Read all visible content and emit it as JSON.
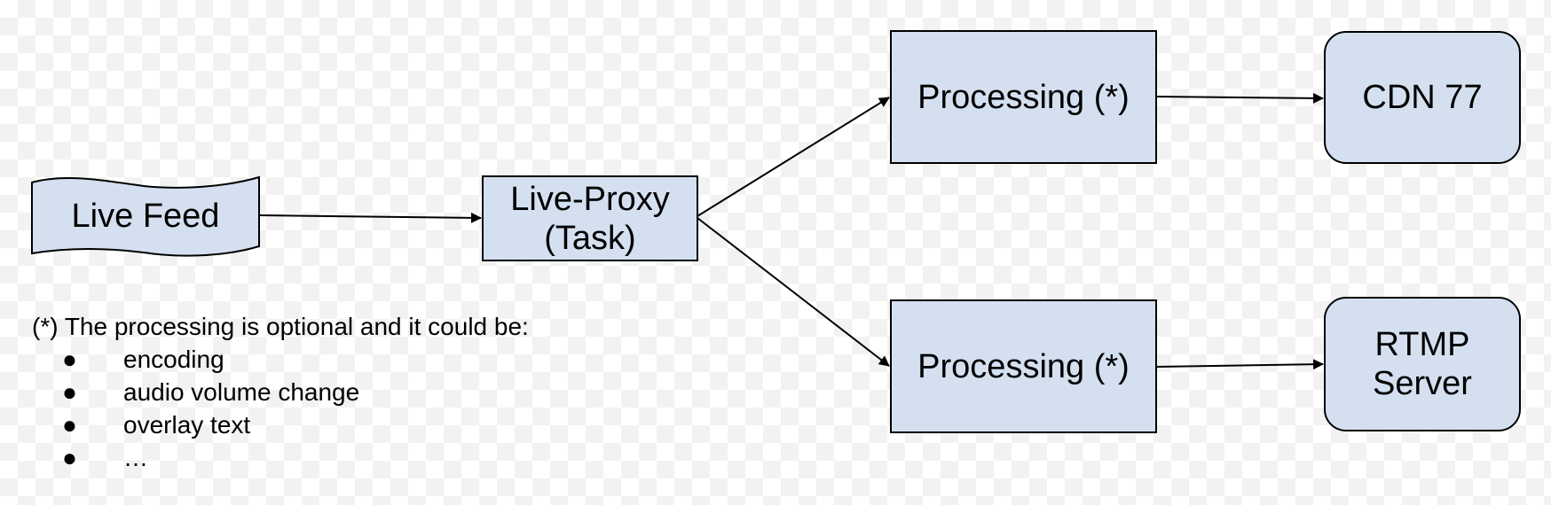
{
  "colors": {
    "node_fill": "#d4e0f0",
    "node_stroke": "#000000",
    "edge_stroke": "#000000"
  },
  "nodes": {
    "live_feed": {
      "label": "Live Feed",
      "shape": "tape"
    },
    "live_proxy": {
      "label": "Live-Proxy\n(Task)",
      "shape": "rectangle"
    },
    "processing_top": {
      "label": "Processing (*)",
      "shape": "rectangle"
    },
    "processing_bottom": {
      "label": "Processing (*)",
      "shape": "rectangle"
    },
    "cdn": {
      "label": "CDN 77",
      "shape": "rounded-rectangle"
    },
    "rtmp": {
      "label": "RTMP\nServer",
      "shape": "rounded-rectangle"
    }
  },
  "edges": [
    {
      "from": "live_feed",
      "to": "live_proxy"
    },
    {
      "from": "live_proxy",
      "to": "processing_top"
    },
    {
      "from": "live_proxy",
      "to": "processing_bottom"
    },
    {
      "from": "processing_top",
      "to": "cdn"
    },
    {
      "from": "processing_bottom",
      "to": "rtmp"
    }
  ],
  "note": {
    "heading": "(*) The processing is optional and it could be:",
    "bullet_glyph": "●",
    "items": [
      "encoding",
      "audio volume change",
      "overlay text",
      "…"
    ]
  }
}
